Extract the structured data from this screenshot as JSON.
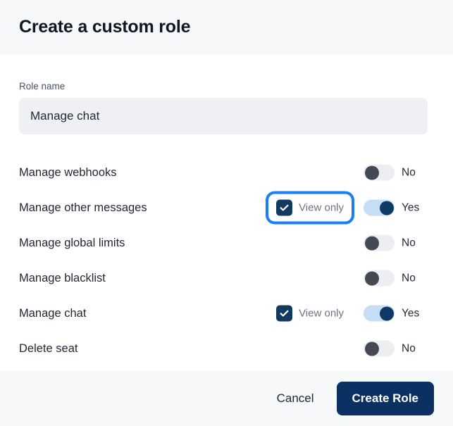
{
  "header": {
    "title": "Create a custom role"
  },
  "form": {
    "role_name": {
      "label": "Role name",
      "value": "Manage chat",
      "placeholder": "Role name"
    }
  },
  "permissions": {
    "view_only_label": "View only",
    "toggle_on_label": "Yes",
    "toggle_off_label": "No",
    "rows": [
      {
        "label": "Manage webhooks",
        "has_view_only": false,
        "view_only_checked": false,
        "view_only_focused": false,
        "toggle_on": false,
        "toggle_label": "No"
      },
      {
        "label": "Manage other messages",
        "has_view_only": true,
        "view_only_checked": true,
        "view_only_focused": true,
        "toggle_on": true,
        "toggle_label": "Yes"
      },
      {
        "label": "Manage global limits",
        "has_view_only": false,
        "view_only_checked": false,
        "view_only_focused": false,
        "toggle_on": false,
        "toggle_label": "No"
      },
      {
        "label": "Manage blacklist",
        "has_view_only": false,
        "view_only_checked": false,
        "view_only_focused": false,
        "toggle_on": false,
        "toggle_label": "No"
      },
      {
        "label": "Manage chat",
        "has_view_only": true,
        "view_only_checked": true,
        "view_only_focused": false,
        "toggle_on": true,
        "toggle_label": "Yes"
      },
      {
        "label": "Delete seat",
        "has_view_only": false,
        "view_only_checked": false,
        "view_only_focused": false,
        "toggle_on": false,
        "toggle_label": "No"
      }
    ]
  },
  "footer": {
    "cancel_label": "Cancel",
    "submit_label": "Create Role"
  },
  "colors": {
    "focus_ring": "#1a7ef5",
    "primary": "#0a3161",
    "checkbox": "#123a61",
    "toggle_on_track": "#c5ddf5",
    "toggle_on_knob": "#0d3b66",
    "toggle_off_track": "#eceef1",
    "toggle_off_knob": "#434a54",
    "surface": "#f7f8fa",
    "input_bg": "#eef0f3"
  }
}
